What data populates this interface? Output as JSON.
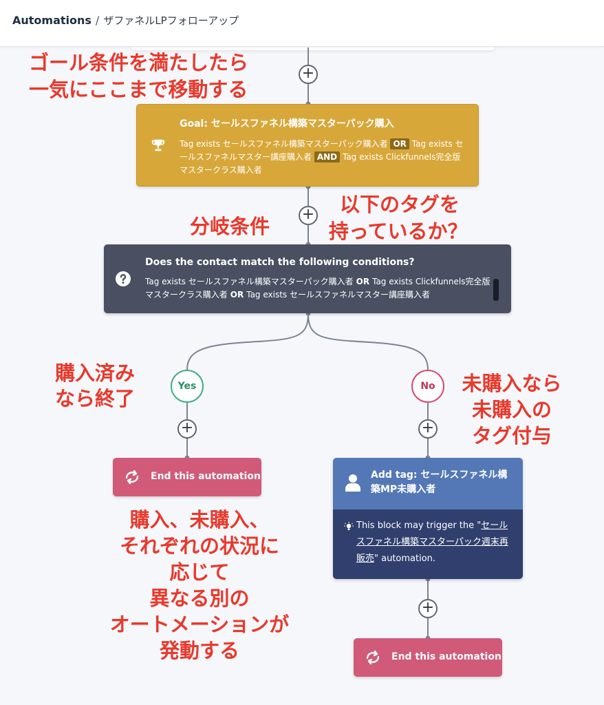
{
  "header": {
    "root_label": "Automations",
    "separator": "/",
    "current_label": "ザファネルLPフォローアップ"
  },
  "goal": {
    "title": "Goal: セールスファネル構築マスターパック購入",
    "cond1": "Tag exists セールスファネル構築マスターパック購入者",
    "op1": "OR",
    "cond2": "Tag exists セールスファネルマスター講座購入者",
    "op2": "AND",
    "cond3": "Tag exists Clickfunnels完全版マスタークラス購入者",
    "icon": "trophy-icon"
  },
  "condition": {
    "title": "Does the contact match the following conditions?",
    "cond1": "Tag exists セールスファネル構築マスターパック購入者",
    "op1": "OR",
    "cond2": "Tag exists Clickfunnels完全版マスタークラス購入者",
    "op2": "OR",
    "cond3": "Tag exists セールスファネルマスター講座購入者",
    "icon": "question-icon"
  },
  "branches": {
    "yes_label": "Yes",
    "no_label": "No"
  },
  "plus_label": "+",
  "end_blocks": {
    "left_label": "End this automation",
    "right_label": "End this automation",
    "icon": "refresh-icon"
  },
  "add_tag": {
    "title": "Add tag: セールスファネル構築MP未購入者",
    "note_prefix": "This block may trigger the \"",
    "note_link": "セールスファネル構築マスターパック週末再販売",
    "note_suffix": "\" automation.",
    "icon": "user-icon"
  },
  "annotations": {
    "goal_line1": "ゴール条件を満たしたら",
    "goal_line2": "一気にここまで移動する",
    "branch_condition": "分岐条件",
    "tags_line1": "以下のタグを",
    "tags_line2": "持っているか？",
    "yes_line1": "購入済み",
    "yes_line2": "なら終了",
    "no_line1": "未購入なら",
    "no_line2": "未購入の",
    "no_line3": "タグ付与",
    "bottom_line1": "購入、未購入、",
    "bottom_line2": "それぞれの状況に",
    "bottom_line3": "応じて",
    "bottom_line4": "異なる別の",
    "bottom_line5": "オートメーションが",
    "bottom_line6": "発動する"
  },
  "colors": {
    "goal": "#d8a73a",
    "condition": "#4a5061",
    "end": "#d15a78",
    "add_tag_head": "#5478b6",
    "add_tag_body": "#303f6d",
    "annotation": "#e8392b",
    "yes": "#3fae7e",
    "no": "#d9476d"
  }
}
